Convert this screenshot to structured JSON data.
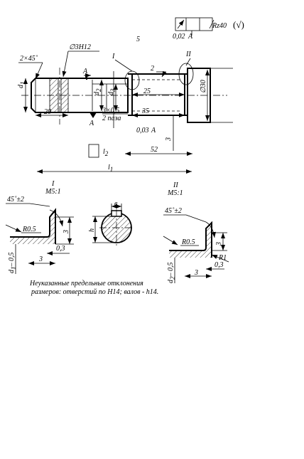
{
  "main_view": {
    "roughness_value": "Rz40",
    "roughness_general_mark": "(√)",
    "runout_tolerance": "0,02",
    "runout_datum": "A",
    "total_runout_tolerance": "0,03",
    "total_runout_datum": "A",
    "hole_spec": "∅3Н12",
    "chamfer_left": "2×45˚",
    "chamfer_right": "2",
    "dim_5": "5",
    "dim_25": "25",
    "dim_35": "35",
    "dim_20": "20",
    "dim_52": "52",
    "dim_3_vertical": "3",
    "dim_diam_30": "∅30",
    "dim_l1": "l",
    "dim_l1_sub": "1",
    "dim_l2": "l",
    "dim_l2_sub": "2",
    "dim_d1": "d",
    "dim_d1_sub": "1",
    "dim_d2": "d",
    "dim_d2_sub": "2",
    "dim_d3": "d",
    "dim_d3_sub": "3",
    "groove_spec_line1": "3×0,5",
    "groove_spec_line2": "2 паза",
    "datum_letter": "A",
    "section_letter": "А",
    "callout_I": "I",
    "callout_II": "II"
  },
  "detail_I": {
    "title": "I",
    "scale": "М5:1",
    "angle": "45˚±2",
    "radius": "R0.5",
    "dim_3_vertical": "3",
    "dim_03": "0,3",
    "dim_3_horizontal": "3",
    "dim_d": "d",
    "dim_d_sub": "1",
    "dim_d_suffix": "– 0,5"
  },
  "section_view": {
    "width_label": "в",
    "height_label": "h"
  },
  "detail_II": {
    "title": "II",
    "scale": "М5:1",
    "angle": "45˚±2",
    "radius": "R0.5",
    "dim_3_vertical": "3",
    "radius_r1": "R1",
    "dim_03": "0,3",
    "dim_3_horizontal": "3",
    "dim_d": "d",
    "dim_d_sub": "2",
    "dim_d_suffix": "– 0,5"
  },
  "notes": {
    "line1": "Неуказанные предельные отклонения",
    "line2": "размеров: отверстий по Н14; валов - h14."
  }
}
